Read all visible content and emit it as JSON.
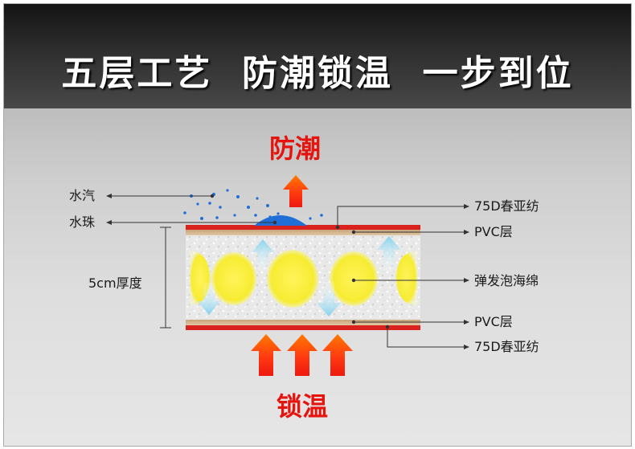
{
  "header": {
    "title": "五层工艺  防潮锁温  一步到位"
  },
  "top_caption": "防潮",
  "bottom_caption": "锁温",
  "labels_left": {
    "vapor": "水汽",
    "droplet": "水珠",
    "thickness": "5cm厚度"
  },
  "labels_right": {
    "fabric_top": "75D春亚纺",
    "pvc_top": "PVC层",
    "foam": "弹发泡海绵",
    "pvc_bottom": "PVC层",
    "fabric_bottom": "75D春亚纺"
  },
  "colors": {
    "accent_red": "#e4140e",
    "fabric_red": "#d9211d",
    "foam_yellow": "#f5ef3c",
    "water_blue": "#1f6fd6",
    "arrow_cyan": "#8fd4ee"
  }
}
